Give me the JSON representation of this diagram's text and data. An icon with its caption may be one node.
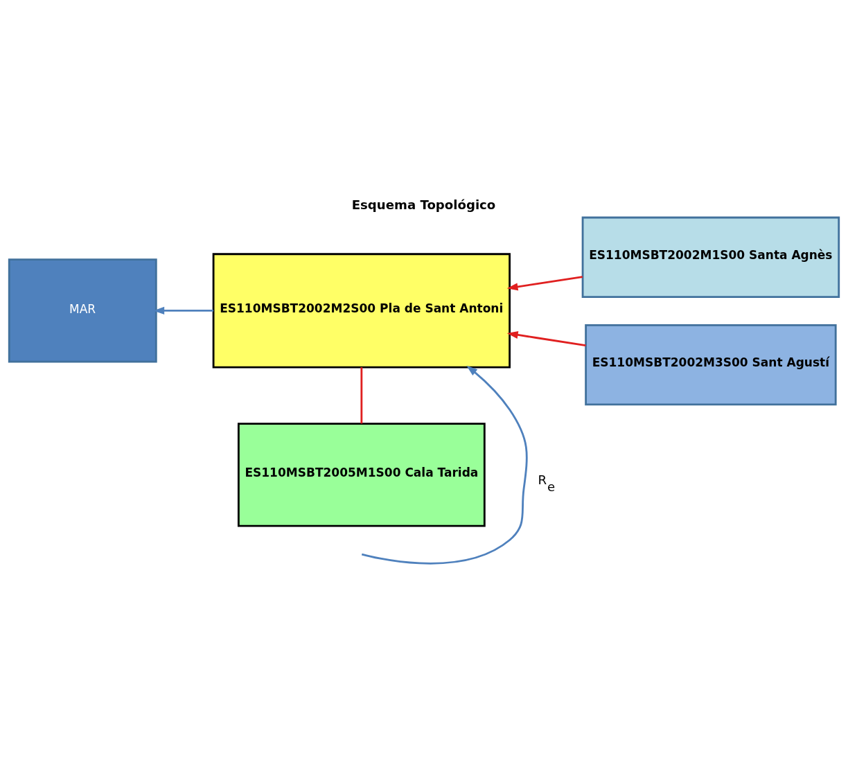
{
  "diagram": {
    "title": "Esquema Topológico",
    "nodes": [
      {
        "text": [
          "MAR"
        ]
      },
      {
        "text": [
          "ES110MSBT2002M2S00 Pla de Sant Antoni"
        ]
      },
      {
        "text": [
          "ES110MSBT2002M1S00 Santa Agnès"
        ]
      },
      {
        "text": [
          "ES110MSBT2002M3S00 Sant Agustí"
        ]
      },
      {
        "text": [
          "ES110MSBT2005M1S00 Cala Tarida"
        ]
      }
    ],
    "edges": [
      {
        "from": null,
        "to": 1,
        "arrow": "to",
        "label": "R$_{e}$",
        "color": "#4f81bd"
      },
      {
        "from": 1,
        "to": 0,
        "arrow": "to",
        "color": "#4f81bd"
      },
      {
        "from": 2,
        "to": 1,
        "arrow": "to"
      },
      {
        "from": 3,
        "to": 1,
        "arrow": "to"
      },
      {
        "from": 1,
        "to": 4,
        "arrow": "none"
      }
    ]
  }
}
